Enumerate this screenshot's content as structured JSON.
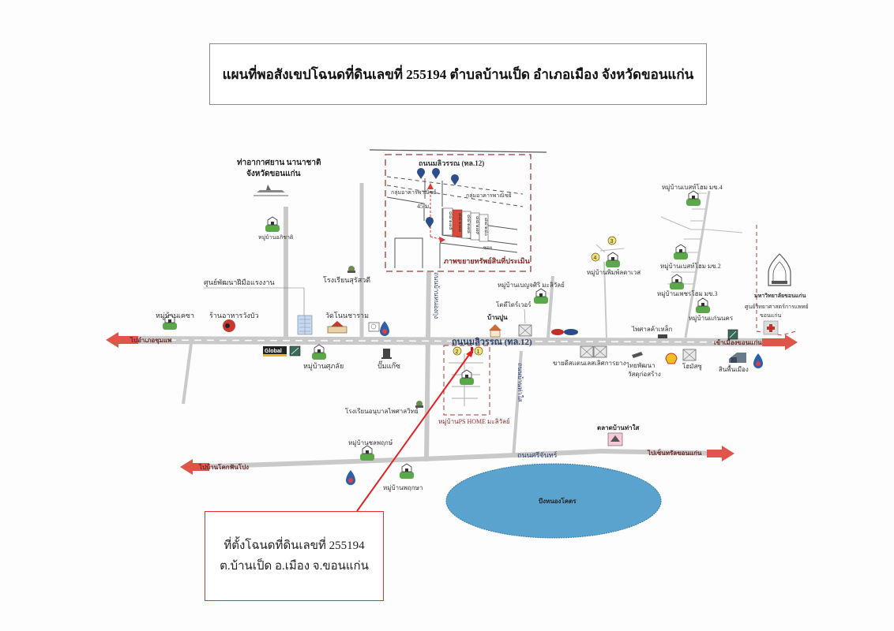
{
  "title": "แผนที่พอสังเขปโฉนดที่ดินเลขที่ 255194 ตำบลบ้านเป็ด อำเภอเมือง จังหวัดขอนแก่น",
  "inset": {
    "road_name": "ถนนมลิวรรณ (ทล.12)",
    "zone_left": "กลุ่มอาคารพาณิชย์",
    "zone_right": "กลุ่มอาคารพาณิชย์",
    "distance": "45 ม.",
    "lots": [
      "๘๘/๑๗๕",
      "๘๘/๑๗๗",
      "๘๘/๑๗๘",
      "๘๘/๑๗๙",
      "๘๘/๑๘๐"
    ],
    "soi": "ซอย",
    "caption": "ภาพขยายทรัพย์สินที่ประเมิน",
    "markers": [
      "1",
      "2",
      "3",
      "4"
    ]
  },
  "roads": {
    "main": "ถนนมลิวรรณ (ทล.12)",
    "to_bangkok": "ไปอำเภอชุมแพ",
    "to_city": "เข้าเมืองขอนแก่น",
    "south": "ถนนศรีจันทร์",
    "south_left": "ไปบ้านโคกฟันโปง",
    "south_right": "ไปเซ็นทรัลขอนแก่น",
    "vertical_1": "ถนนบ้านหนองกุง",
    "vertical_2": "ถนนบ้านท่าใส"
  },
  "landmarks": {
    "airport": [
      "ท่าอากาศยาน นานาชาติ",
      "จังหวัดขอนแก่น"
    ],
    "village_airport": "หมู่บ้านอภิชาติ",
    "school_1": "โรงเรียนสุรัสวดี",
    "center": "ศูนย์พัฒนาฝีมือแรงงาน",
    "village_kesa": "หมู่บ้านเคซา",
    "restaurant": "ร้านอาหารวังบัว",
    "temple": "วัดโนนชาราม",
    "village_soonklang": "หมู่บ้านศุภลัย",
    "gas_pump": "ปั๊มแก๊ซ",
    "school_2": "โรงเรียนอนุบาลไพศาลวิทย์",
    "village_chonlaphruek": "หมู่บ้านชลพฤกษ์",
    "village_phruksa": "หมู่บ้านพฤกษา",
    "lake": "บึงหนองโคตร",
    "market": "ตลาดบ้านท่าใส",
    "ban_poon": "บ้านปูน",
    "todd_driver": "โตดีไดร์เวอร์",
    "village_benjasiri": "หมู่บ้านเบญจศิริ มะลิวัลย์",
    "ps_home": "หมู่บ้านPS HOME มะลิวัลย์",
    "village_nature": "หมู่บ้านพิมพ์ลดาเวส",
    "village_m4": "หมู่บ้านเบสท์โฮม มข.4",
    "village_m2": "หมู่บ้านเบสท์โฮม มข.2",
    "village_m3": "หมู่บ้านเพชรโฮม มข.3",
    "village_kaen": "หมู่บ้านแก่นนคร",
    "university": "มหาวิทยาลัยขอนแก่น",
    "hospital": [
      "ศูนย์วิทยาศาสตร์การแพทย์",
      "ขอนแก่น"
    ],
    "steel": "ไพศาลค้าเหล็ก",
    "car_dealer": "ขายดีสแตนเลส",
    "tire": "เลิศการยาง",
    "construction": [
      "ไทยพัฒนา",
      "วัสดุก่อสร้าง"
    ],
    "home_store": "โฮมัสซู",
    "local_goods": "สินพื้นเมือง",
    "global_house": "Global"
  },
  "callout": {
    "line1": "ที่ตั้งโฉนดที่ดินเลขที่ 255194",
    "line2": "ต.บ้านเป็ด อ.เมือง จ.ขอนแก่น"
  },
  "colors": {
    "road": "#c9c9c9",
    "arrow": "#e0554a",
    "lake": "#5aa3cf",
    "callout_line": "#e52020",
    "dash_box": "#9b3a3a",
    "village_green": "#5aa84a",
    "marker_blue": "#2b4e8a"
  }
}
